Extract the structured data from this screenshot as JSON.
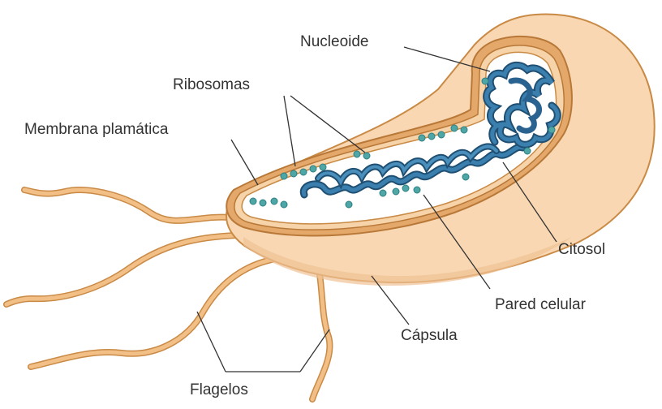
{
  "labels": {
    "nucleoide": "Nucleoide",
    "ribosomas": "Ribosomas",
    "membrana": "Membrana plamática",
    "citosol": "Citosol",
    "pared": "Pared celular",
    "capsula": "Cápsula",
    "flagelos": "Flagelos"
  },
  "colors": {
    "capsule": "#f9d9b6",
    "wall": "#e2a765",
    "membrane": "#c98a46",
    "cytosol": "#ffffff",
    "dna": "#2f6f98",
    "ribosome": "#4ea6a6",
    "flagellum": "#e2a765",
    "leader": "#333333"
  }
}
